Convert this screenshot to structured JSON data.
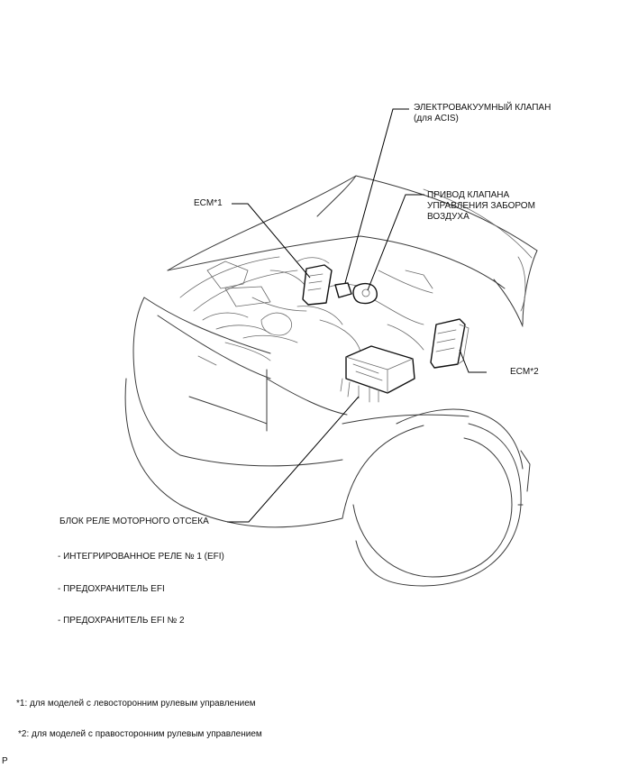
{
  "labels": {
    "vsv_line1": "ЭЛЕКТРОВАКУУМНЫЙ КЛАПАН",
    "vsv_line2": "(для ACIS)",
    "ecm1": "ECM*1",
    "actuator_line1": "ПРИВОД КЛАПАНА",
    "actuator_line2": "УПРАВЛЕНИЯ ЗАБОРОМ",
    "actuator_line3": "ВОЗДУХА",
    "ecm2": "ECM*2",
    "relay_block": "БЛОК РЕЛЕ МОТОРНОГО ОТСЕКА",
    "relay_item1": "- ИНТЕГРИРОВАННОЕ РЕЛЕ № 1 (EFI)",
    "relay_item2": "- ПРЕДОХРАНИТЕЛЬ EFI",
    "relay_item3": "- ПРЕДОХРАНИТЕЛЬ EFI № 2"
  },
  "footnotes": {
    "note1": "*1: для моделей с левосторонним рулевым управлением",
    "note2": "*2: для моделей с правосторонним рулевым управлением"
  },
  "corner_mark": "P"
}
